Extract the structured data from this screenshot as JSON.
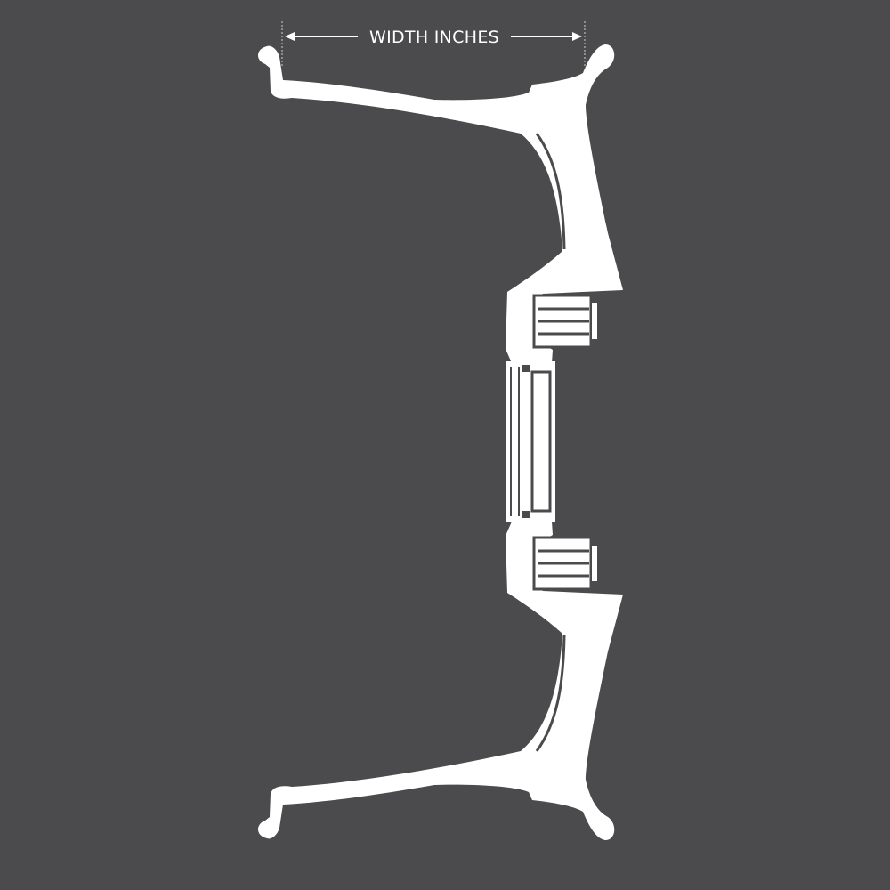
{
  "diagram": {
    "width_label": "WIDTH INCHES",
    "colors": {
      "background": "#4b4b4d",
      "wheel": "#ffffff",
      "detail": "#4b4b4d",
      "guide": "#cfcfcf"
    },
    "parts": [
      "wheel-cross-section",
      "outer-rim-flange",
      "inner-rim-flange",
      "wheel-spoke",
      "hub-mount",
      "lug-nut",
      "center-bore",
      "width-dimension-arrow"
    ]
  }
}
